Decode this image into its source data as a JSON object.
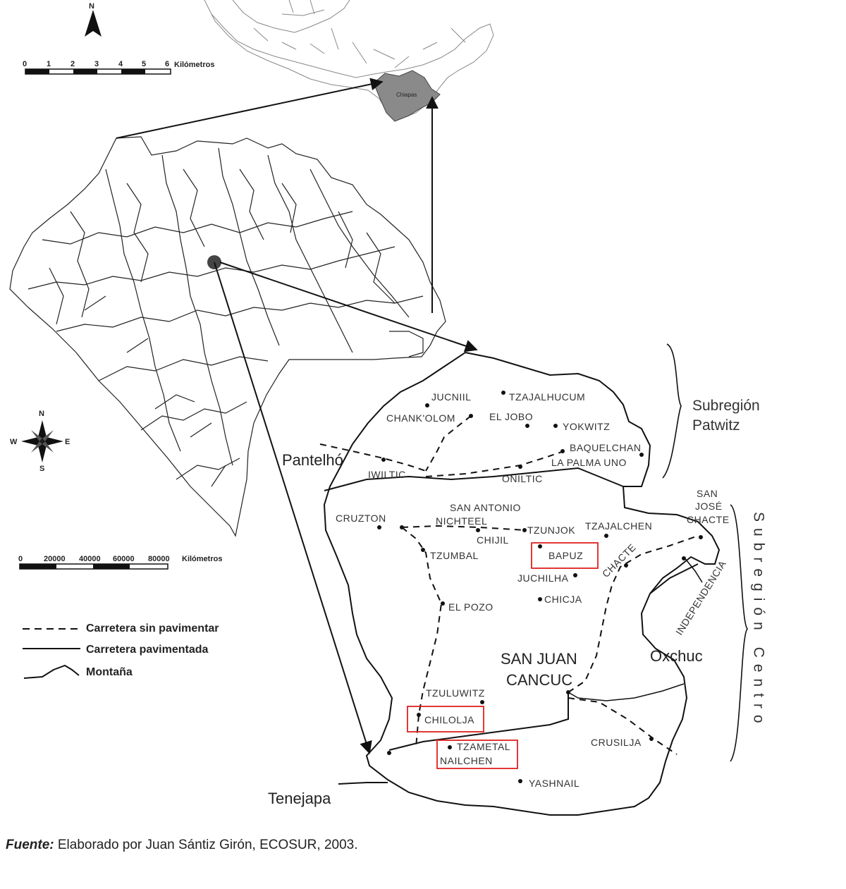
{
  "north_arrow_top": {
    "letter": "N"
  },
  "scale_top": {
    "ticks": [
      "0",
      "1",
      "2",
      "3",
      "4",
      "5",
      "6"
    ],
    "unit": "Kilómetros"
  },
  "mexico_inset": {
    "state_label": "Chiapas"
  },
  "compass": {
    "n": "N",
    "s": "S",
    "e": "E",
    "w": "W"
  },
  "scale_bottom": {
    "ticks": [
      "0",
      "20000",
      "40000",
      "60000",
      "80000"
    ],
    "unit": "Kilómetros"
  },
  "legend": {
    "unpaved": "Carretera sin pavimentar",
    "paved": "Carretera pavimentada",
    "mountain": "Montaña"
  },
  "neighbors": {
    "pantelho": "Pantelhó",
    "tenejapa": "Tenejapa",
    "oxchuc": "Oxchuc"
  },
  "subregions": {
    "patwitz_1": "Subregión",
    "patwitz_2": "Patwitz",
    "centro": "Subregión Centro"
  },
  "municipality": {
    "line1": "SAN JUAN",
    "line2": "CANCUC"
  },
  "places": {
    "jucniil": "JUCNIIL",
    "tzajalhucum": "TZAJALHUCUM",
    "chankolom": "CHANK'OLOM",
    "eljobo": "EL JOBO",
    "yokwitz": "YOKWITZ",
    "baquelchan": "BAQUELCHAN",
    "lapalmauno": "LA PALMA UNO",
    "iwiltic": "IWILTIC",
    "oniltic": "ONILTIC",
    "sanjose_1": "SAN",
    "sanjose_2": "JOSÉ",
    "sanjose_3": "CHACTE",
    "cruzton": "CRUZTON",
    "sanantonio": "SAN ANTONIO",
    "nichteel": "NICHTEEL",
    "chijil": "CHIJIL",
    "tzunjok": "TZUNJOK",
    "tzajalchen": "TZAJALCHEN",
    "bapuz": "BAPUZ",
    "tzumbal": "TZUMBAL",
    "chacte": "CHACTE",
    "juchilha": "JUCHILHA",
    "chicja": "CHICJA",
    "elpozo": "EL POZO",
    "independencia": "INDEPENDENCIA",
    "tzuluwitz": "TZULUWITZ",
    "chilolja": "CHILOLJA",
    "tzametal": "TZAMETAL",
    "nailchen": "NAILCHEN",
    "crusilja": "CRUSILJA",
    "yashnail": "YASHNAIL"
  },
  "highlight_color": "#e02020",
  "source": {
    "label": "Fuente:",
    "text": " Elaborado por Juan Sántiz Girón, ECOSUR, 2003."
  }
}
